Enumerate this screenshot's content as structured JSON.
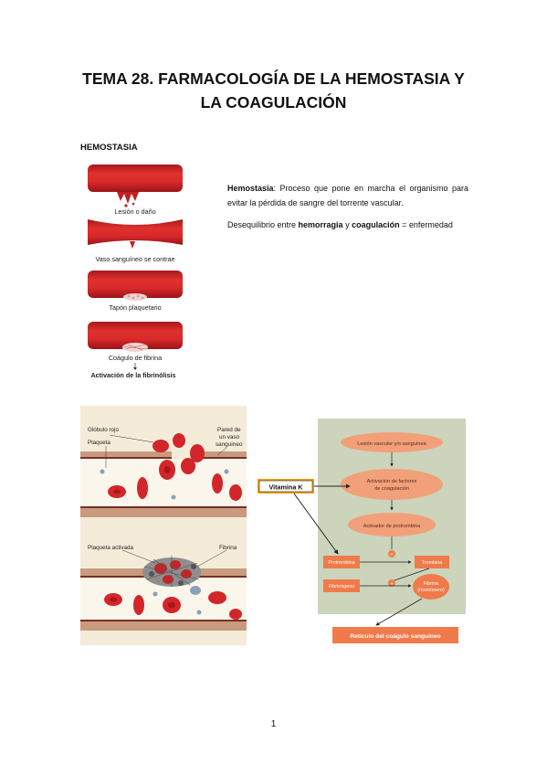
{
  "document": {
    "title_line1": "TEMA 28. FARMACOLOGÍA DE LA HEMOSTASIA Y",
    "title_line2": "LA COAGULACIÓN",
    "section_heading": "HEMOSTASIA",
    "paragraph1": {
      "term": "Hemostasia",
      "text": ": Proceso que pone en marcha el organismo para evitar la pérdida de sangre del torrente vascular."
    },
    "paragraph2": {
      "pre": "Desequilibrio entre ",
      "bold1": "hemorragia",
      "mid": " y ",
      "bold2": "coagulación",
      "post": " = enfermedad"
    },
    "page_number": "1"
  },
  "figure_stages": {
    "labels": [
      "Lesión o daño",
      "Vaso sanguíneo se contrae",
      "Tapón plaquetario",
      "Coágulo de fibrina"
    ],
    "final_label": "Activación de la fibrinólisis"
  },
  "figure_vessel": {
    "label_globulo": "Glóbulo rojo",
    "label_plaqueta": "Plaqueta",
    "label_pared_1": "Pared de",
    "label_pared_2": "un vaso",
    "label_pared_3": "sanguíneo",
    "label_plaqueta_activada": "Plaqueta activada",
    "label_fibrina": "Fibrina"
  },
  "figure_cascade": {
    "vitamina": "Vitamina K",
    "lesion": "Lesión vascular y/o sanguínea",
    "activacion_1": "Activación de factores",
    "activacion_2": "de coagulación",
    "activador": "Activador de protrombina",
    "protrombina": "Protrombina",
    "trombina": "Trombina",
    "fibrinogeno": "Fibrinógeno",
    "fibrina_1": "Fibrina",
    "fibrina_2": "(monómero)",
    "reticulo": "Retículo del coágulo sanguíneo",
    "plus": "+"
  },
  "colors": {
    "vessel_red": "#d8282a",
    "vessel_dark": "#a8181c",
    "panel_green": "#ccd4bb",
    "node_salmon": "#f2a07a",
    "node_orange": "#f07a4a",
    "vitamin_bg": "#f5a000"
  }
}
